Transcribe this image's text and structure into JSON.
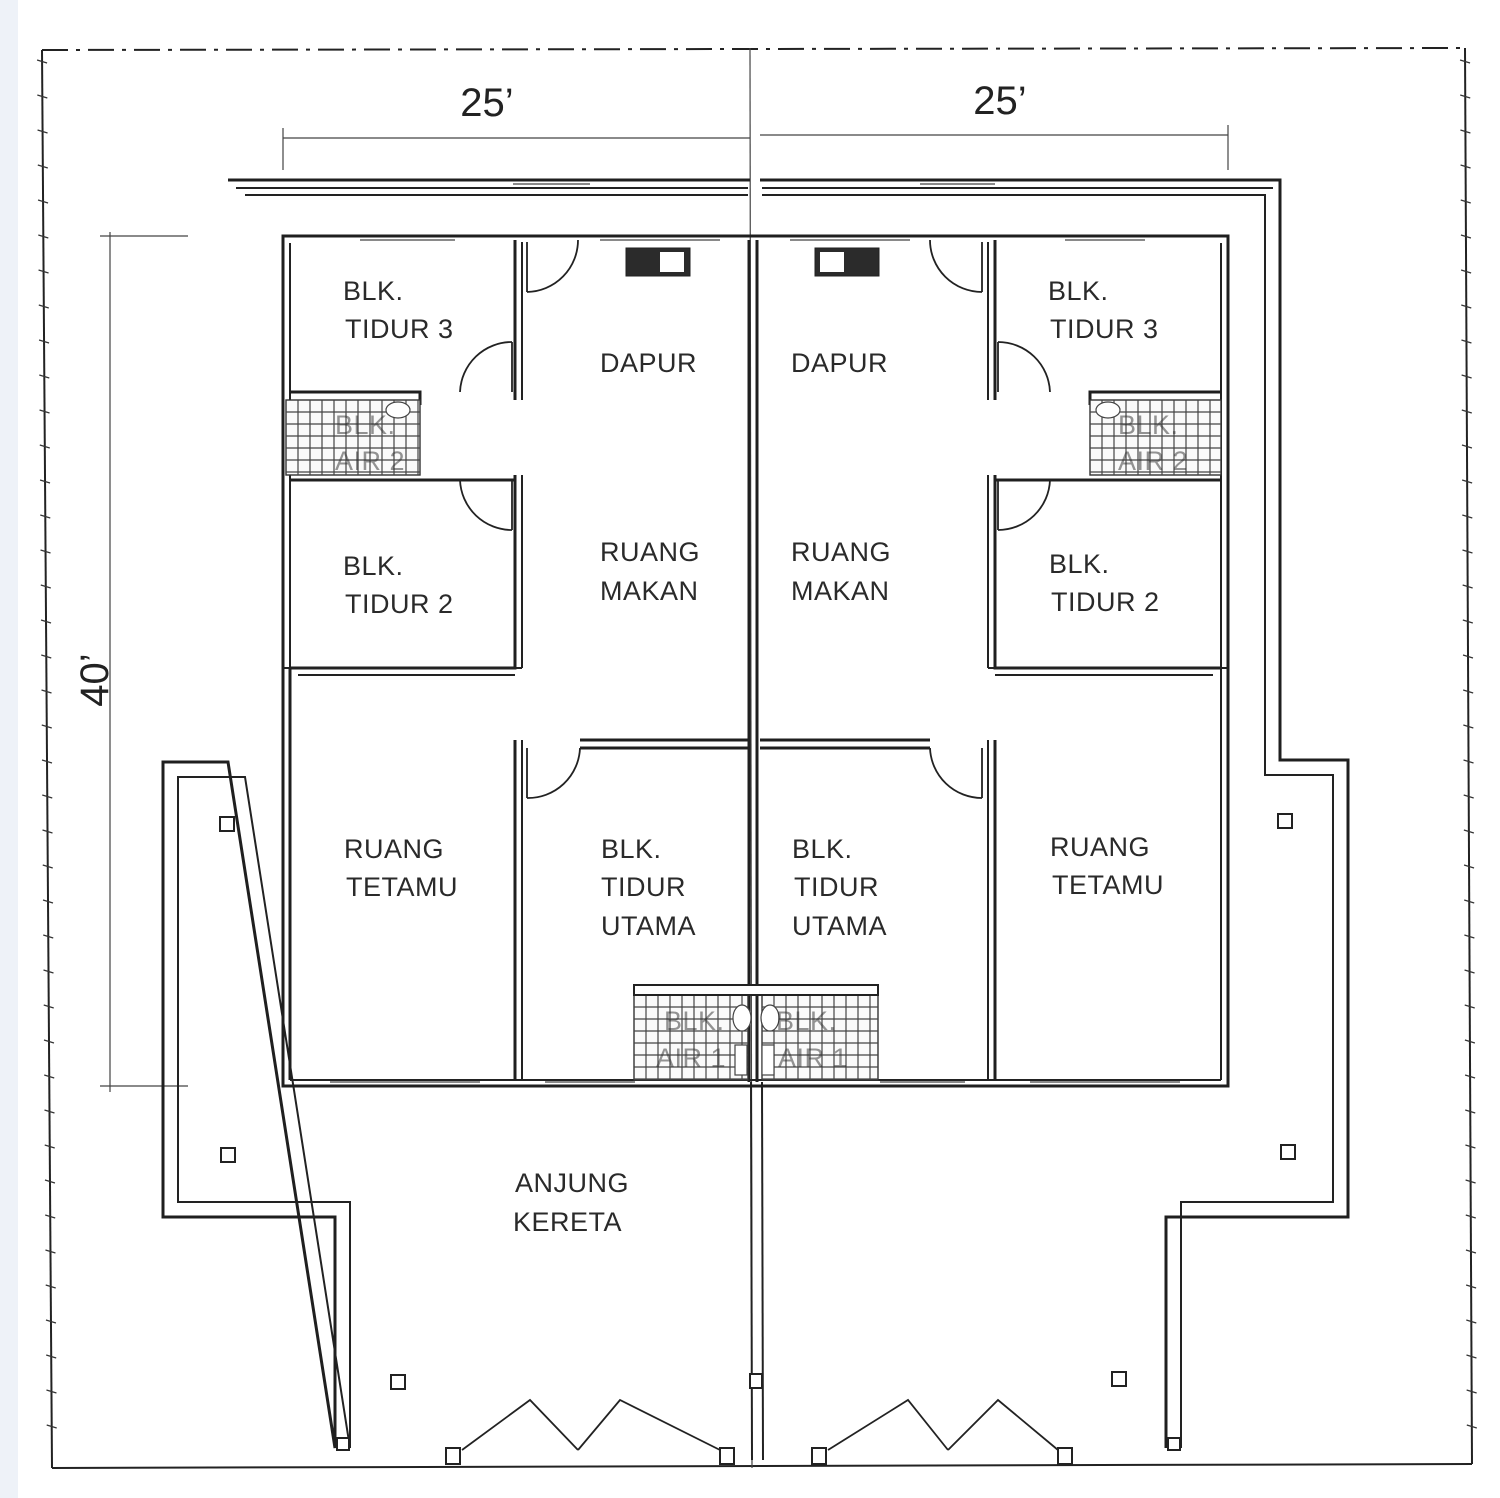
{
  "dimensions": {
    "width_left": "25’",
    "width_right": "25’",
    "depth": "40’"
  },
  "left_unit": {
    "bedroom3": [
      "BLK.",
      "TIDUR  3"
    ],
    "bathroom2": [
      "BLK.",
      "AIR  2"
    ],
    "bedroom2": [
      "BLK.",
      "TIDUR  2"
    ],
    "kitchen": "DAPUR",
    "dining": [
      "RUANG",
      "MAKAN"
    ],
    "living": [
      "RUANG",
      "TETAMU"
    ],
    "master": [
      "BLK.",
      "TIDUR",
      "UTAMA"
    ],
    "bathroom1": [
      "BLK.",
      "AIR  1"
    ],
    "porch": [
      "ANJUNG",
      "KERETA"
    ]
  },
  "right_unit": {
    "bedroom3": [
      "BLK.",
      "TIDUR  3"
    ],
    "bathroom2": [
      "BLK.",
      "AIR  2"
    ],
    "bedroom2": [
      "BLK.",
      "TIDUR  2"
    ],
    "kitchen": "DAPUR",
    "dining": [
      "RUANG",
      "MAKAN"
    ],
    "living": [
      "RUANG",
      "TETAMU"
    ],
    "master": [
      "BLK.",
      "TIDUR",
      "UTAMA"
    ],
    "bathroom1": [
      "BLK.",
      "AIR  1"
    ]
  }
}
